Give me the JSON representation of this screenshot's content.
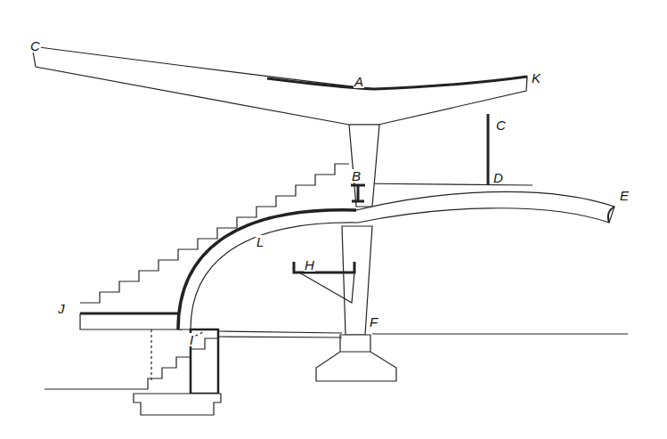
{
  "diagram": {
    "labels": [
      "C",
      "A",
      "K",
      "C",
      "B",
      "D",
      "E",
      "L",
      "H",
      "J",
      "I",
      "F"
    ]
  }
}
